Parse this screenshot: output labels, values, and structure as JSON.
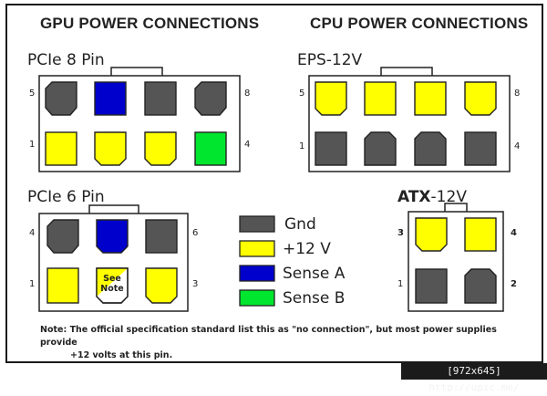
{
  "headings": {
    "gpu": "GPU POWER CONNECTIONS",
    "cpu": "CPU POWER CONNECTIONS"
  },
  "connectors": {
    "pcie8": {
      "label": "PCIe 8 Pin",
      "pin_top_left": "5",
      "pin_top_right": "8",
      "pin_bottom_left": "1",
      "pin_bottom_right": "4"
    },
    "eps12v": {
      "label": "EPS-12V",
      "pin_top_left": "5",
      "pin_top_right": "8",
      "pin_bottom_left": "1",
      "pin_bottom_right": "4"
    },
    "pcie6": {
      "label": "PCIe 6 Pin",
      "pin_top_left": "4",
      "pin_top_right": "6",
      "pin_bottom_left": "1",
      "pin_bottom_right": "3",
      "see_note_line1": "See",
      "see_note_line2": "Note"
    },
    "atx12v": {
      "label_bold": "ATX",
      "label_rest": "-12V",
      "pin_top_left": "3",
      "pin_top_right": "4",
      "pin_bottom_left": "1",
      "pin_bottom_right": "2"
    }
  },
  "legend": [
    {
      "label": "Gnd",
      "color": "#555555"
    },
    {
      "label": "+12 V",
      "color": "#ffff00"
    },
    {
      "label": "Sense A",
      "color": "#0000cc"
    },
    {
      "label": "Sense B",
      "color": "#00e62e"
    }
  ],
  "note": {
    "line1": "Note: The official specification standard list this as \"no connection\", but most power supplies provide",
    "line2": "+12 volts at this pin."
  },
  "watermark": "[972x645] http://upic.me/",
  "colors": {
    "gnd": "#555555",
    "v12": "#ffff00",
    "senseA": "#0000cc",
    "senseB": "#00e62e",
    "housing": "#ffffff",
    "stroke": "#222222"
  }
}
